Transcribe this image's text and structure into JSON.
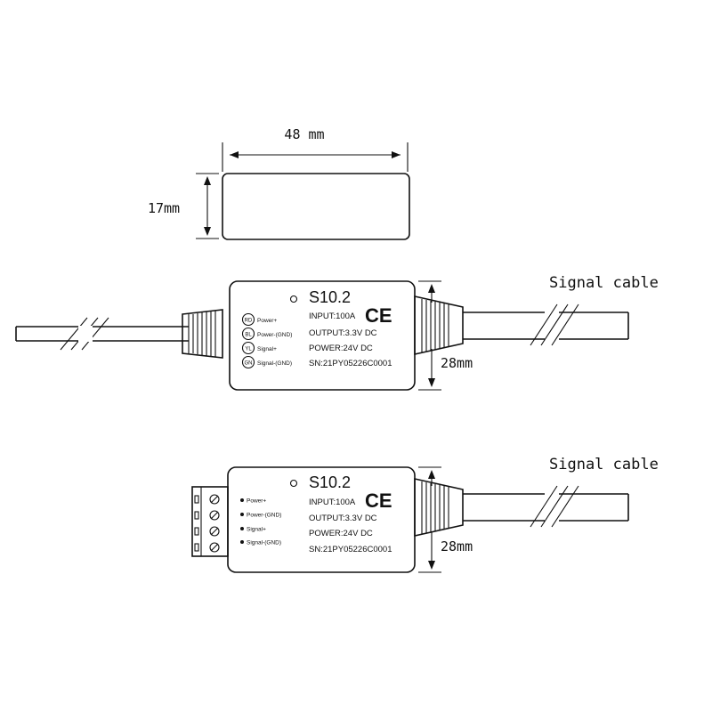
{
  "dimensions": {
    "width_label": "48 mm",
    "height_label": "17mm",
    "depth_label_1": "28mm",
    "depth_label_2": "28mm"
  },
  "device_1": {
    "model": "S10.2",
    "input": "INPUT:100A",
    "output": "OUTPUT:3.3V DC",
    "power": "POWER:24V DC",
    "sn": "SN:21PY05226C0001",
    "ce_mark": "CE",
    "wires": [
      {
        "code": "RD",
        "label": "Power+"
      },
      {
        "code": "BL",
        "label": "Power-(GND)"
      },
      {
        "code": "YL",
        "label": "Signal+"
      },
      {
        "code": "GN",
        "label": "Signal-(GND)"
      }
    ],
    "cable_label": "Signal cable"
  },
  "device_2": {
    "model": "S10.2",
    "input": "INPUT:100A",
    "output": "OUTPUT:3.3V DC",
    "power": "POWER:24V DC",
    "sn": "SN:21PY05226C0001",
    "ce_mark": "CE",
    "terminals": [
      "Power+",
      "Power-(GND)",
      "Signal+",
      "Signal-(GND)"
    ],
    "cable_label": "Signal cable"
  }
}
